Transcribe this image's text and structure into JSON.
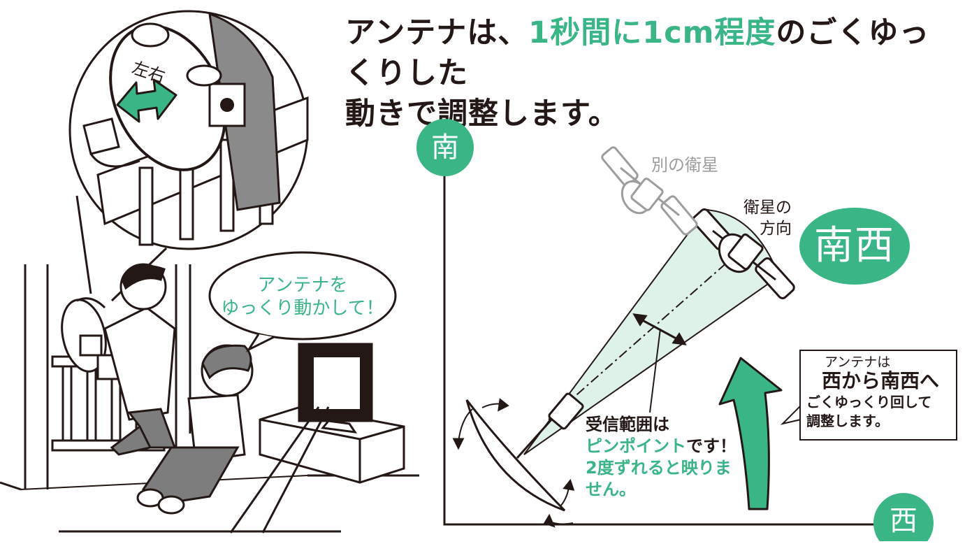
{
  "heading": {
    "prefix": "アンテナは、",
    "accent": "1秒間に1cm程度",
    "suffix_line1": "のごくゆっくりした",
    "line2": "動きで調整します。"
  },
  "compass": {
    "south": "南",
    "west": "西",
    "southwest": "南西"
  },
  "labels": {
    "other_satellite": "別の衛星",
    "satellite_direction_1": "衛星の",
    "satellite_direction_2": "方向",
    "left_right": "左右"
  },
  "speech_bubble": {
    "line1": "アンテナを",
    "line2": "ゆっくり動かして！"
  },
  "reception": {
    "line1": "受信範囲は",
    "line2_accent": "ピンポイント",
    "line2_suffix": "です！",
    "line3": "2度ずれると映りま",
    "line4": "せん。"
  },
  "callout": {
    "line1": "アンテナは",
    "line2": "西から南西へ",
    "line3": "ごくゆっくり回して",
    "line4": "調整します。"
  },
  "colors": {
    "accent": "#3ab585",
    "beam": "#dff2ea",
    "ink": "#231815",
    "gray": "#9d9d9d"
  }
}
